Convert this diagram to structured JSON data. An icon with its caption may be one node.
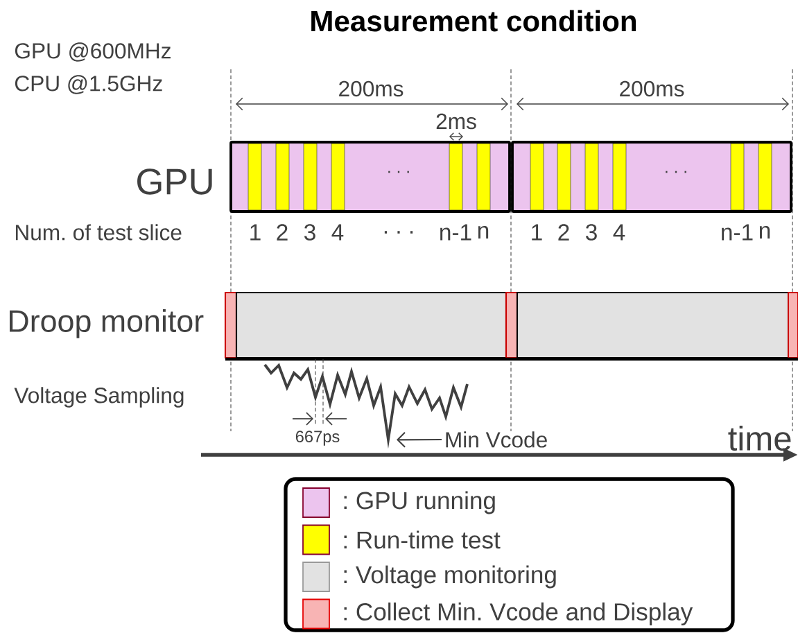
{
  "diagram": {
    "title": "Measurement condition",
    "nodes": [
      {
        "text": [
          "Min Vcode"
        ]
      },
      {
        "text": [],
        "shape": "picture"
      }
    ],
    "edges": [
      {
        "from": 0,
        "to": 1,
        "arrow": "to"
      }
    ],
    "labels": [
      "GPU @600MHz",
      "CPU @1.5GHz",
      "200ms",
      "200ms",
      "2ms",
      "GPU",
      ". . .",
      ". . .",
      "Num. of test slice",
      "1",
      "2",
      "3",
      "4",
      ". . .",
      "n-1",
      "n",
      "1",
      "2",
      "3",
      "4",
      "n-1",
      "n",
      "Droop monitor",
      "Voltage Sampling",
      "667ps",
      "time"
    ],
    "legend": [
      {
        "text": ": GPU running",
        "color": "#ecc4ee"
      },
      {
        "text": ": Run-time test",
        "color": "#ffff00"
      },
      {
        "text": ": Voltage monitoring",
        "color": "#e2e2e2"
      },
      {
        "text": ": Collect Min. Vcode and Display",
        "color": "#f8b4b4"
      }
    ]
  }
}
